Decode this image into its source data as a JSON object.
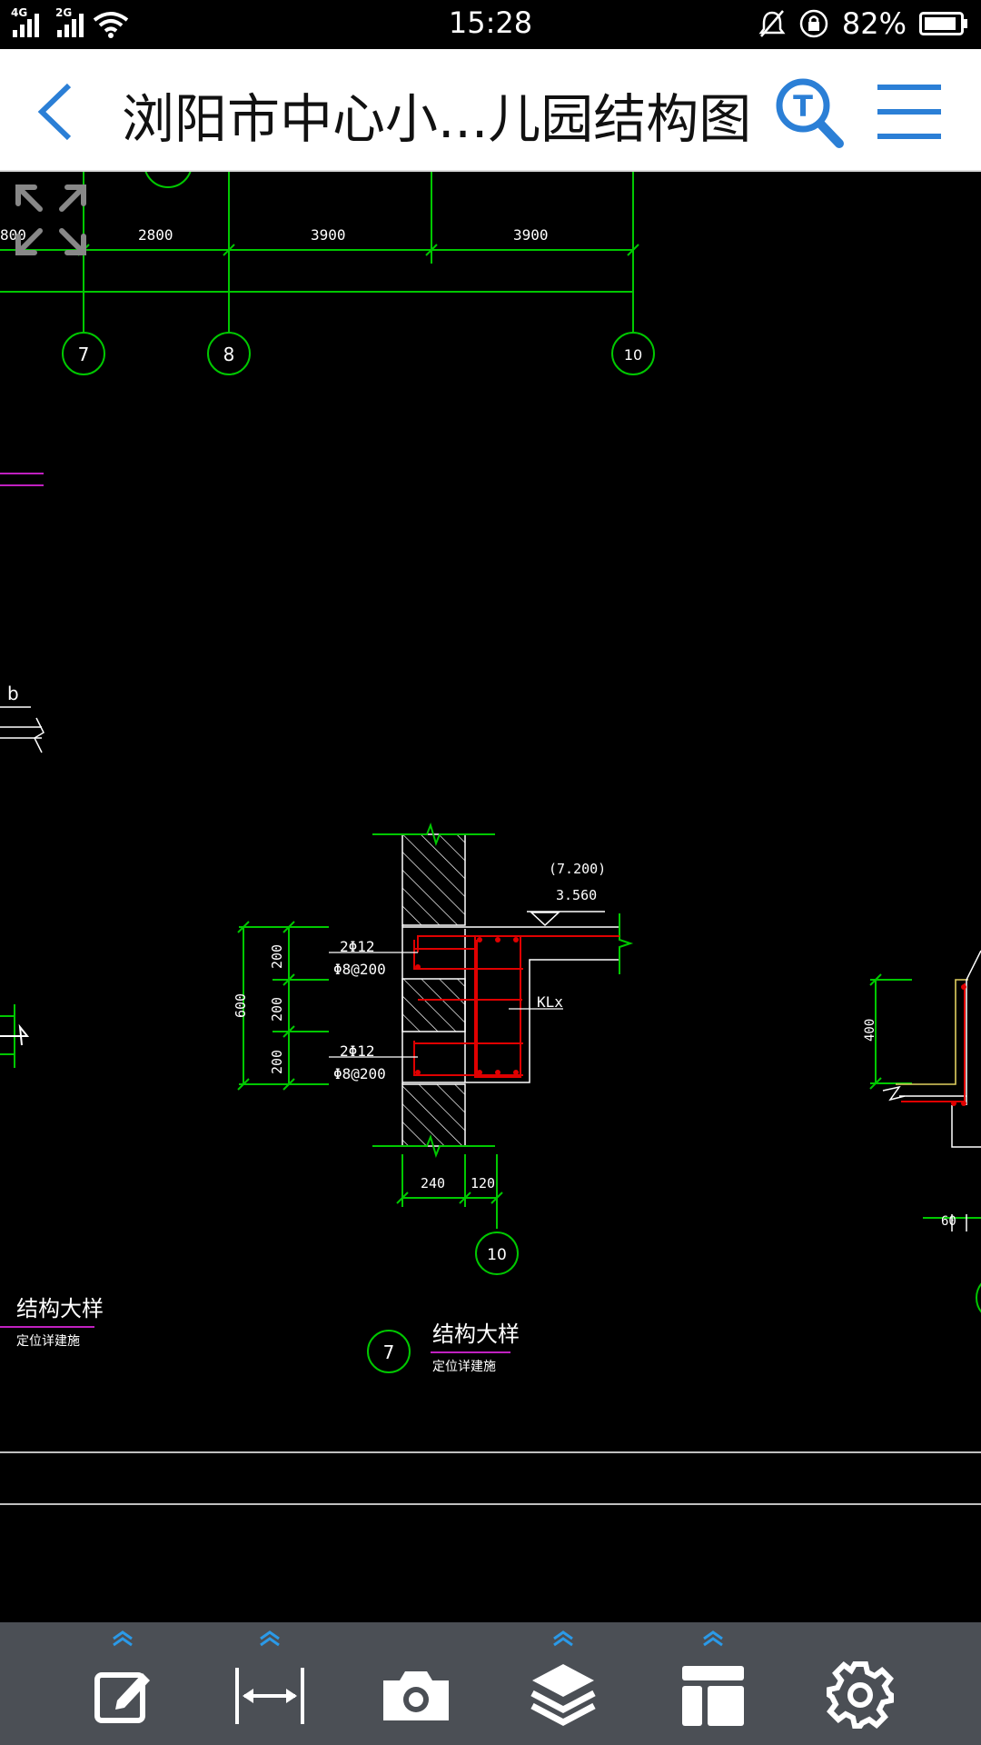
{
  "status_bar": {
    "net1": "4G",
    "net2": "2G",
    "time": "15:28",
    "battery": "82%"
  },
  "header": {
    "title": "浏阳市中心小...儿园结构图"
  },
  "drawing": {
    "dims_top": [
      "800",
      "2800",
      "3900",
      "3900"
    ],
    "axis_labels": [
      "7",
      "8",
      "10"
    ],
    "left_b": "b",
    "elev1": "(7.200)",
    "elev2": "3.560",
    "rebar1": "2Φ12",
    "stirrup1": "Φ8@200",
    "rebar2": "2Φ12",
    "stirrup2": "Φ8@200",
    "dim_600": "600",
    "dim_200s": [
      "200",
      "200",
      "200"
    ],
    "kl": "KLx",
    "dim_240": "240",
    "dim_120": "120",
    "axis_10": "10",
    "detail_num": "7",
    "detail_title": "结构大样",
    "detail_sub": "定位详建施",
    "left_detail_title": "结构大样",
    "left_detail_sub": "定位详建施",
    "right_dim_400": "400",
    "right_dim_60": "60"
  },
  "toolbar": {
    "items": [
      "edit-icon",
      "measure-icon",
      "camera-icon",
      "layers-icon",
      "layout-icon",
      "settings-icon"
    ]
  },
  "colors": {
    "accent": "#2b7fd6",
    "cad_green": "#00c800",
    "cad_red": "#e00000",
    "cad_magenta": "#c020c0",
    "toolbar_bg": "#4b4f55"
  }
}
